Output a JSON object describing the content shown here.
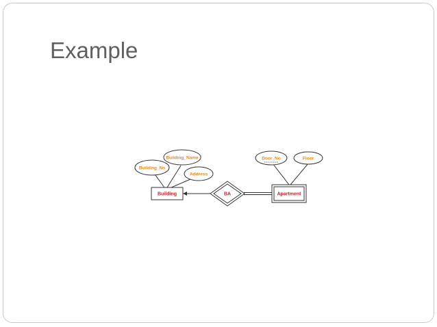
{
  "slide": {
    "title": "Example"
  },
  "diagram": {
    "colors": {
      "attribute_text": "#e08a1e",
      "entity_text": "#b5272d",
      "stroke": "#333333"
    },
    "entities": {
      "building": "Building",
      "apartment": "Apartment"
    },
    "relationship": "BA",
    "attributes": {
      "building_name": "Building_Name",
      "building_no": "Building_No",
      "address": "Address",
      "door_no": "Door_No",
      "floor": "Floor"
    }
  }
}
